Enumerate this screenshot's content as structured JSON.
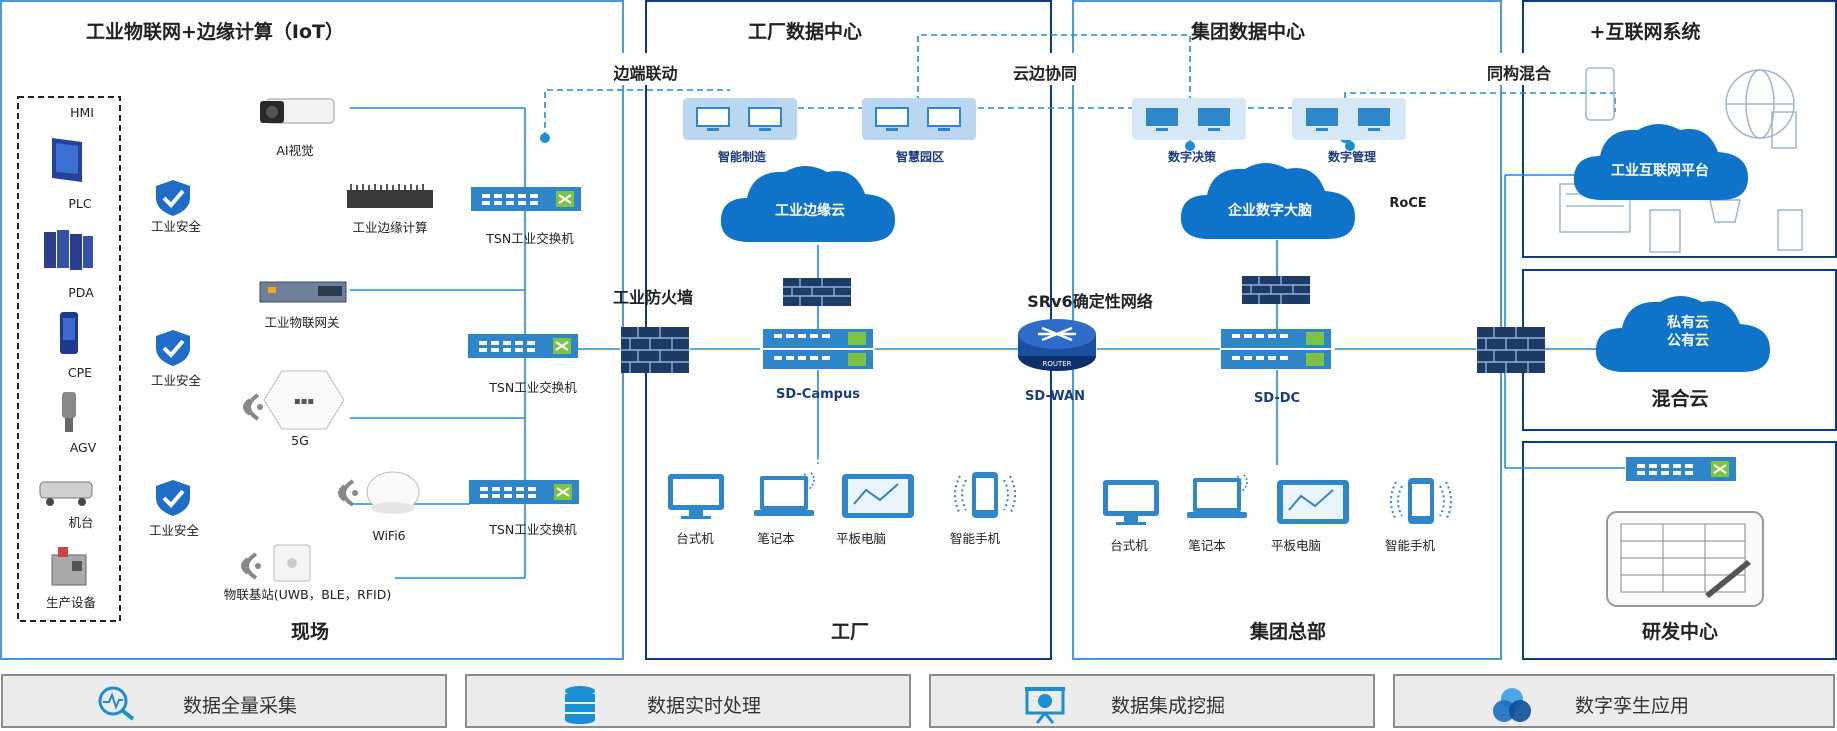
{
  "colors": {
    "accent": "#1a8fd6",
    "panel_border": "#2a78c2",
    "dark_border": "#0d3b82",
    "cloud": "#0f74c9",
    "device": "#2f86c9"
  },
  "iot": {
    "title": "工业物联网+边缘计算（IoT）",
    "bottom": "现场",
    "devices": [
      "HMI",
      "PLC",
      "PDA",
      "CPE",
      "AGV",
      "机台",
      "生产设备"
    ],
    "security": [
      "工业安全",
      "工业安全",
      "工业安全"
    ],
    "ai_camera": "AI视觉",
    "edge_compute": "工业边缘计算",
    "iot_gateway": "工业物联网关",
    "g5": "5G",
    "wifi6": "WiFi6",
    "iot_base": "物联基站(UWB，BLE，RFID)",
    "tsn": [
      "TSN工业交换机",
      "TSN工业交换机",
      "TSN工业交换机"
    ]
  },
  "banners": {
    "edge_link": "边端联动",
    "cloud_edge": "云边协同",
    "homogeneous": "同构混合"
  },
  "firewall_label": "工业防火墙",
  "srv6_label": "SRv6确定性网络",
  "roce_label": "RoCE",
  "factory": {
    "title": "工厂数据中心",
    "bottom": "工厂",
    "apps": [
      "智能制造",
      "智慧园区"
    ],
    "cloud": "工业边缘云",
    "switch": "SD-Campus",
    "terminals": [
      "台式机",
      "笔记本",
      "平板电脑",
      "智能手机"
    ]
  },
  "router": {
    "label": "SD-WAN",
    "text": "ROUTER"
  },
  "group": {
    "title": "集团数据中心",
    "bottom": "集团总部",
    "apps": [
      "数字决策",
      "数字管理"
    ],
    "cloud": "企业数字大脑",
    "switch": "SD-DC",
    "terminals": [
      "台式机",
      "笔记本",
      "平板电脑",
      "智能手机"
    ]
  },
  "internet": {
    "title": "+互联网系统",
    "cloud": "工业互联网平台"
  },
  "hybrid": {
    "cloud_line1": "私有云",
    "cloud_line2": "公有云",
    "label": "混合云"
  },
  "rnd": {
    "label": "研发中心"
  },
  "footer": [
    "数据全量采集",
    "数据实时处理",
    "数据集成挖掘",
    "数字孪生应用"
  ]
}
